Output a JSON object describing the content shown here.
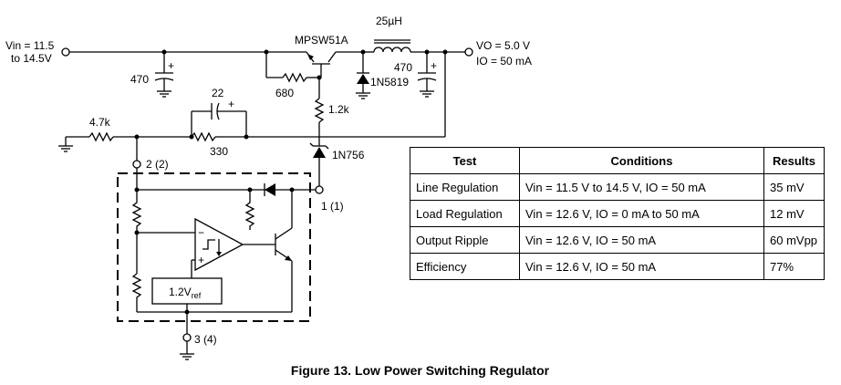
{
  "figure": {
    "caption": "Figure 13. Low Power Switching Regulator"
  },
  "circuit": {
    "vin_label": "Vin = 11.5",
    "vin_label_line2": "to 14.5V",
    "vo_label": "VO = 5.0 V",
    "io_label": "IO = 50 mA",
    "inductor_label": "25µH",
    "transistor_label": "MPSW51A",
    "diode_label": "1N5819",
    "zener_label": "1N756",
    "cap_in_label": "470",
    "cap_out_label": "470",
    "cap_fb_label": "22",
    "res_base_label": "680",
    "res_12k_label": "1.2k",
    "res_47k_label": "4.7k",
    "res_330_label": "330",
    "ref_label": "1.2V",
    "ref_sub": "ref",
    "pin2_label": "2 (2)",
    "pin1_label": "1 (1)",
    "pin3_label": "3 (4)",
    "plus_sign": "+",
    "minus_sign": "−"
  },
  "table": {
    "headers": [
      "Test",
      "Conditions",
      "Results"
    ],
    "rows": [
      {
        "test": "Line Regulation",
        "conditions": "Vin = 11.5 V to 14.5 V, IO = 50 mA",
        "result": "35 mV"
      },
      {
        "test": "Load Regulation",
        "conditions": "Vin = 12.6 V, IO = 0 mA to 50 mA",
        "result": "12 mV"
      },
      {
        "test": "Output Ripple",
        "conditions": "Vin = 12.6 V, IO = 50 mA",
        "result": "60 mVpp"
      },
      {
        "test": "Efficiency",
        "conditions": "Vin = 12.6 V, IO = 50 mA",
        "result": "77%"
      }
    ]
  }
}
